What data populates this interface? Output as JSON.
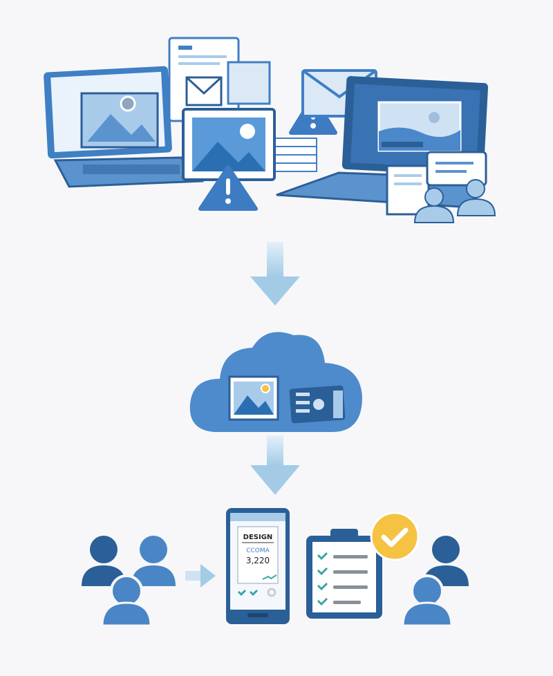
{
  "colors": {
    "primary": "#3f7fc4",
    "dark": "#2b5f97",
    "light": "#cfe2f4",
    "arrow": "#a9cfe8",
    "warning": "#3d7cc2",
    "check_badge": "#f5c242",
    "background": "#f7f7f9"
  },
  "phone": {
    "title": "DESIGN",
    "subtitle": "CCOMA",
    "value": "3,220"
  },
  "icons": [
    "laptop-icon",
    "document-icon",
    "envelope-icon",
    "image-icon",
    "warning-icon",
    "monitor-icon",
    "chat-icon",
    "user-icon",
    "arrow-down-icon",
    "cloud-icon",
    "video-icon",
    "phone-icon",
    "clipboard-checklist-icon",
    "check-badge-icon",
    "arrow-right-icon"
  ]
}
